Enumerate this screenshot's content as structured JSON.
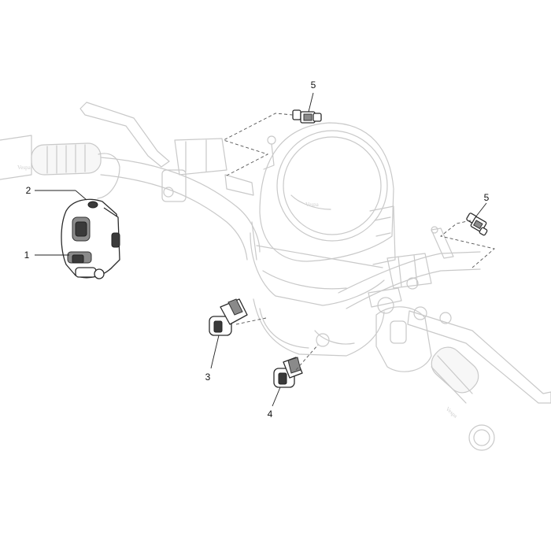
{
  "callouts": [
    {
      "id": "callout-1",
      "label": "1"
    },
    {
      "id": "callout-2",
      "label": "2"
    },
    {
      "id": "callout-3",
      "label": "3"
    },
    {
      "id": "callout-4",
      "label": "4"
    },
    {
      "id": "callout-5a",
      "label": "5"
    },
    {
      "id": "callout-5b",
      "label": "5"
    }
  ],
  "colors": {
    "background": "#ffffff",
    "ghost_outline": "#c9c9c9",
    "part_outline": "#2b2b2b",
    "text": "#111111"
  }
}
